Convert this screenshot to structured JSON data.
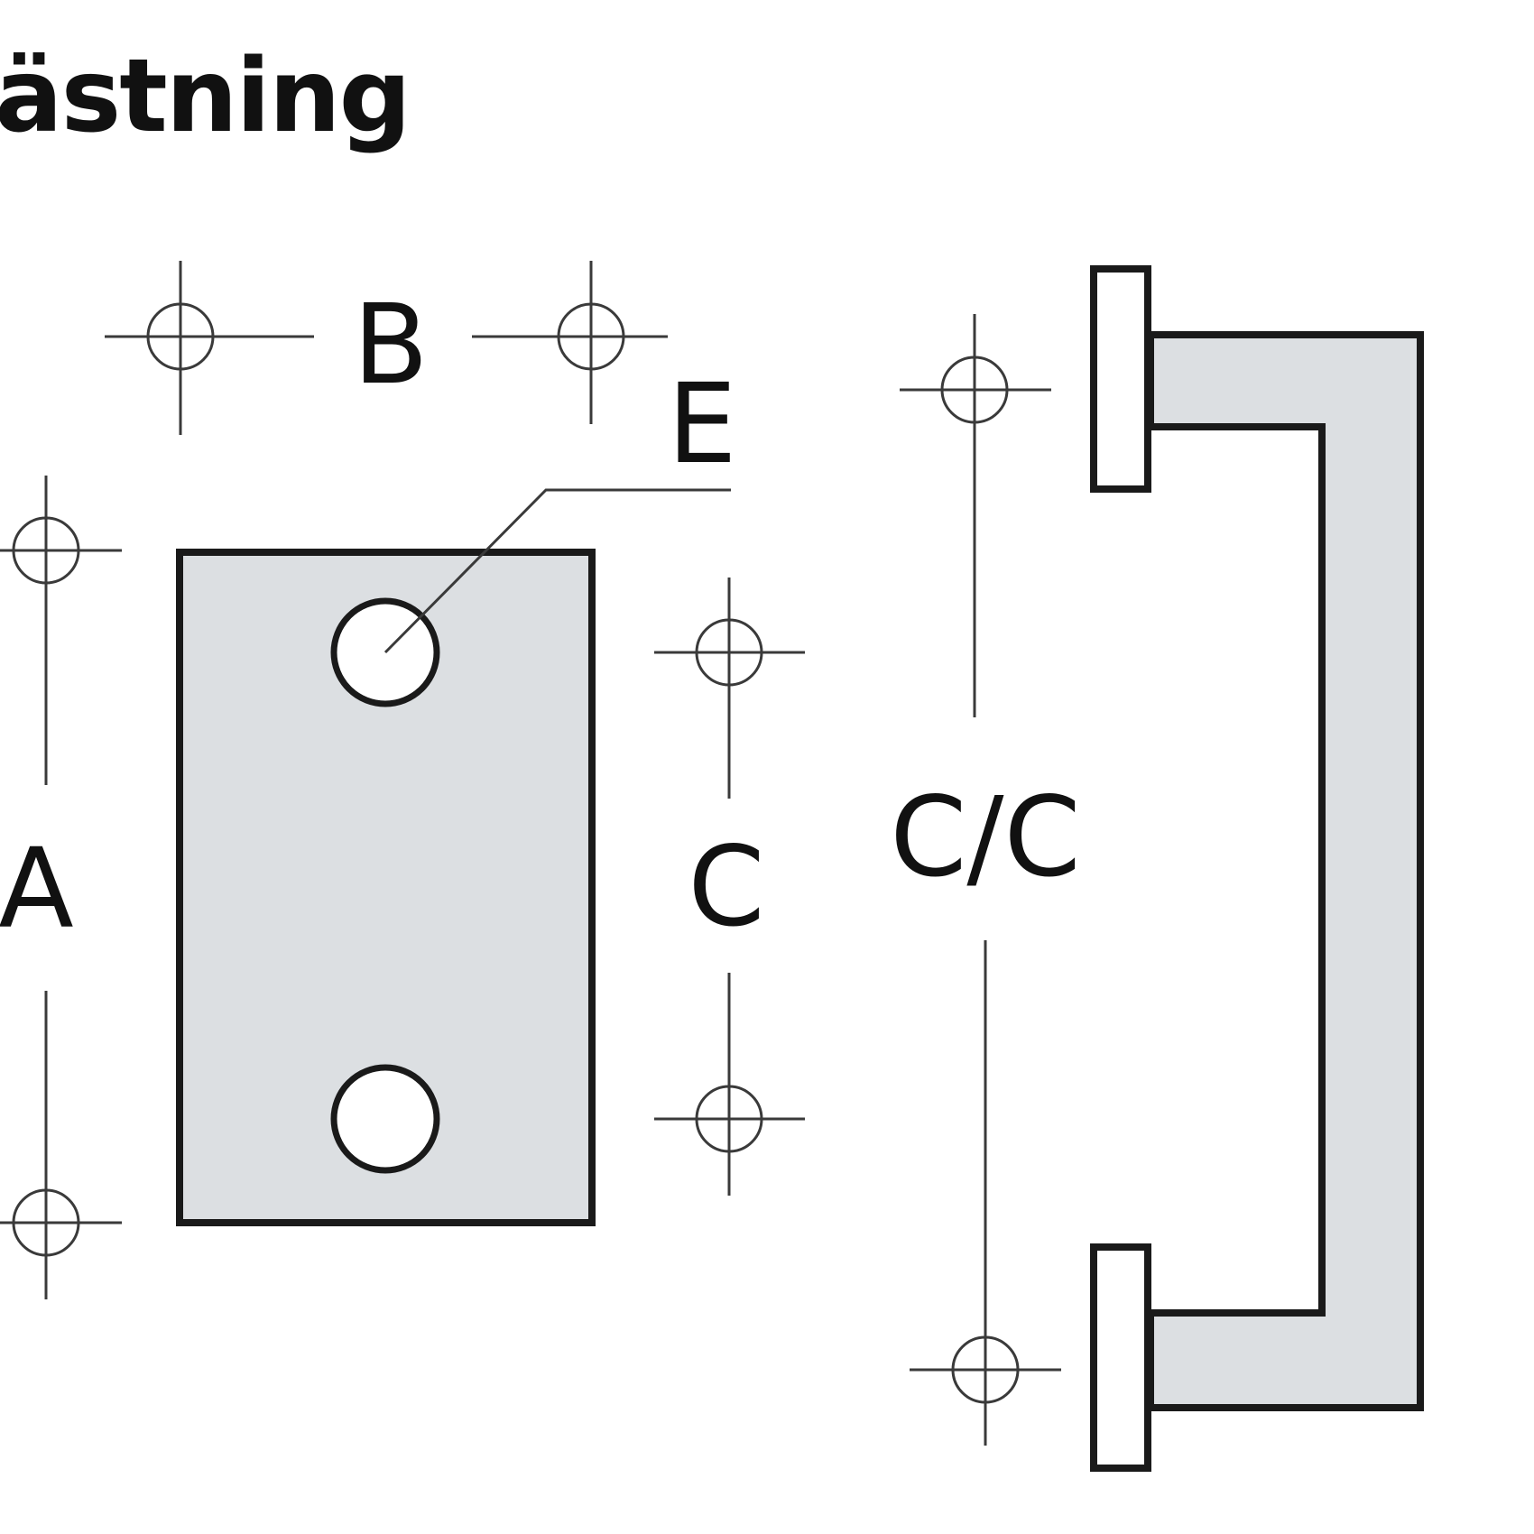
{
  "header": {
    "title": "ästning"
  },
  "labels": {
    "a": "A",
    "b": "B",
    "c": "C",
    "cc": "C/C",
    "e": "E"
  },
  "colors": {
    "line": "#1a1a1a",
    "thin_line": "#3a3a3a",
    "plate_fill": "#dcdfe2",
    "background": "#ffffff"
  }
}
